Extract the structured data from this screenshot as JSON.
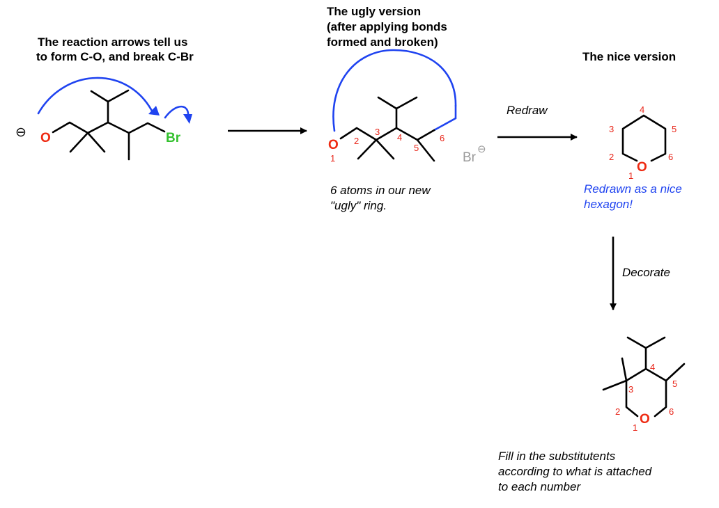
{
  "colors": {
    "oxygen": "#ee2a12",
    "bromine": "#33c12e",
    "arrow": "#1f43f0",
    "number": "#e8261a",
    "gray": "#9a9a9a",
    "blue_note": "#1f43f0"
  },
  "headings": {
    "left": [
      "The reaction arrows tell us",
      "to form C-O, and break C-Br"
    ],
    "middle": [
      "The ugly version",
      "(after applying bonds",
      "formed and broken)"
    ],
    "right": "The nice version"
  },
  "atoms": {
    "oxygen": "O",
    "bromine": "Br",
    "bromide": "Br",
    "minus_sign": "⊖"
  },
  "arrows": {
    "redraw": "Redraw",
    "decorate": "Decorate"
  },
  "notes": {
    "ugly_ring": [
      "6 atoms in our new",
      "\"ugly\" ring."
    ],
    "hexagon": [
      "Redrawn as a nice",
      "hexagon!"
    ],
    "fill_in": [
      "Fill in the substitutents",
      "according to what is attached",
      "to each number"
    ]
  },
  "numbers": [
    "1",
    "2",
    "3",
    "4",
    "5",
    "6"
  ]
}
